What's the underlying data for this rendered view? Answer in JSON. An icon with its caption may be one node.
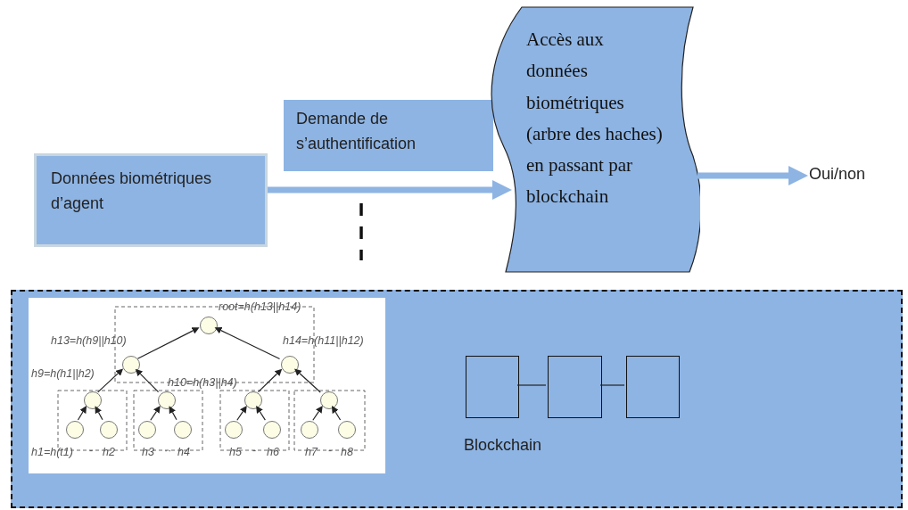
{
  "diagram": {
    "nodes": [
      {
        "text": [
          "Données biométriques d’agent"
        ]
      },
      {
        "text": [
          "Demande de s’authentification"
        ]
      },
      {
        "text": [
          "Accès aux données biométriques (arbre des haches) en passant par blockchain"
        ]
      },
      {
        "text": [
          "Oui/non"
        ]
      },
      {
        "text": [],
        "shape": "box"
      },
      {
        "text": [],
        "shape": "circle",
        "in": 4,
        "beside": [
          "root=h(h13||h14)"
        ]
      },
      {
        "text": [],
        "shape": "circle",
        "in": 4,
        "beside": [
          "h13=h(h9||h10)"
        ]
      },
      {
        "text": [],
        "shape": "circle",
        "in": 4,
        "beside": [
          "h14=h(h11||h12)"
        ]
      },
      {
        "text": [],
        "shape": "circle",
        "in": 4,
        "beside": [
          "h9=h(h1||h2)"
        ]
      },
      {
        "text": [],
        "shape": "circle",
        "in": 4,
        "beside": [
          "h10=h(h3||h4)"
        ]
      },
      {
        "text": [],
        "shape": "circle",
        "in": 4
      },
      {
        "text": [],
        "shape": "circle",
        "in": 4
      },
      {
        "text": [],
        "shape": "circle",
        "in": 4,
        "beside": [
          "h1=h(t1)"
        ]
      },
      {
        "text": [],
        "shape": "circle",
        "in": 4,
        "beside": [
          "h2"
        ]
      },
      {
        "text": [],
        "shape": "circle",
        "in": 4,
        "beside": [
          "h3"
        ]
      },
      {
        "text": [],
        "shape": "circle",
        "in": 4,
        "beside": [
          "h4"
        ]
      },
      {
        "text": [],
        "shape": "circle",
        "in": 4,
        "beside": [
          "h5"
        ]
      },
      {
        "text": [],
        "shape": "circle",
        "in": 4,
        "beside": [
          "h6"
        ]
      },
      {
        "text": [],
        "shape": "circle",
        "in": 4,
        "beside": [
          "h7"
        ]
      },
      {
        "text": [],
        "shape": "circle",
        "in": 4,
        "beside": [
          "h8"
        ]
      },
      {
        "text": [],
        "shape": "box",
        "in": 4
      },
      {
        "text": [],
        "shape": "box",
        "in": 4
      },
      {
        "text": [],
        "shape": "box",
        "in": 4
      }
    ],
    "edges": [
      {
        "from": 0,
        "to": 2,
        "arrow": "to",
        "style": "thick",
        "color": "#8eb4e3"
      },
      {
        "from": 2,
        "to": 3,
        "arrow": "to",
        "style": "thick",
        "color": "#8eb4e3"
      },
      {
        "from": 6,
        "to": 5,
        "arrow": "to"
      },
      {
        "from": 7,
        "to": 5,
        "arrow": "to"
      },
      {
        "from": 8,
        "to": 6,
        "arrow": "to"
      },
      {
        "from": 9,
        "to": 6,
        "arrow": "to"
      },
      {
        "from": 10,
        "to": 7,
        "arrow": "to"
      },
      {
        "from": 11,
        "to": 7,
        "arrow": "to"
      },
      {
        "from": 12,
        "to": 8,
        "arrow": "to"
      },
      {
        "from": 13,
        "to": 8,
        "arrow": "to"
      },
      {
        "from": 14,
        "to": 9,
        "arrow": "to"
      },
      {
        "from": 15,
        "to": 9,
        "arrow": "to"
      },
      {
        "from": 16,
        "to": 10,
        "arrow": "to"
      },
      {
        "from": 17,
        "to": 10,
        "arrow": "to"
      },
      {
        "from": 18,
        "to": 11,
        "arrow": "to"
      },
      {
        "from": 19,
        "to": 11,
        "arrow": "to"
      },
      {
        "from": 20,
        "to": 21,
        "arrow": "none"
      },
      {
        "from": 21,
        "to": 22,
        "arrow": "none"
      }
    ],
    "labels": [
      "-",
      "··",
      "-",
      "-",
      "Blockchain"
    ]
  }
}
